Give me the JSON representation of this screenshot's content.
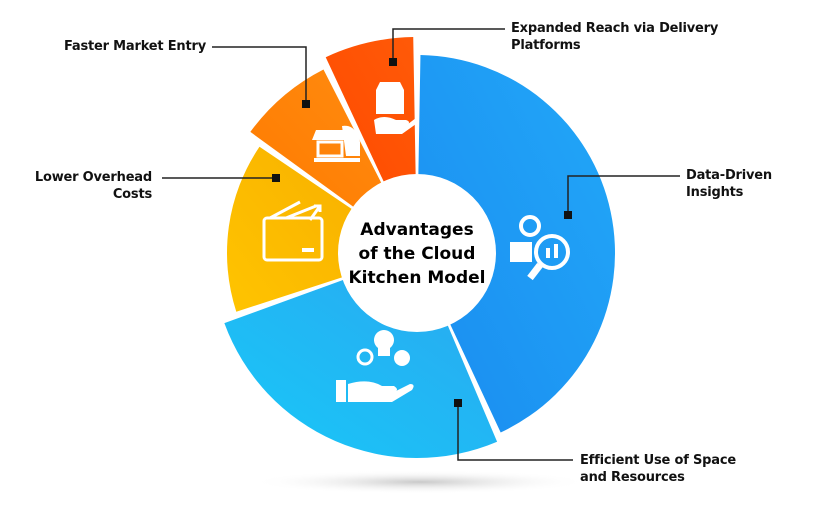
{
  "title": [
    "Advantages",
    "of the Cloud",
    "Kitchen Model"
  ],
  "segments": [
    {
      "id": "data-driven-insights",
      "label": [
        "Data-Driven",
        "Insights"
      ],
      "icon": "analytics-magnifier-icon",
      "color_a": "#1a8cf0",
      "color_b": "#22a8f8"
    },
    {
      "id": "efficient-use",
      "label": [
        "Efficient Use of Space",
        "and Resources"
      ],
      "icon": "hand-gear-bulb-dollar-icon",
      "color_a": "#18c8f8",
      "color_b": "#2aa8f0"
    },
    {
      "id": "lower-overhead",
      "label": [
        "Lower Overhead",
        "Costs"
      ],
      "icon": "wallet-growth-icon",
      "color_a": "#ffc400",
      "color_b": "#f8b000"
    },
    {
      "id": "faster-market-entry",
      "label": [
        "Faster Market Entry"
      ],
      "icon": "storefront-growth-icon",
      "color_a": "#ff7a00",
      "color_b": "#ff8c10"
    },
    {
      "id": "expanded-reach",
      "label": [
        "Expanded Reach via Delivery",
        "Platforms"
      ],
      "icon": "delivery-bag-hand-icon",
      "color_a": "#ff4a00",
      "color_b": "#ff5a08"
    }
  ]
}
